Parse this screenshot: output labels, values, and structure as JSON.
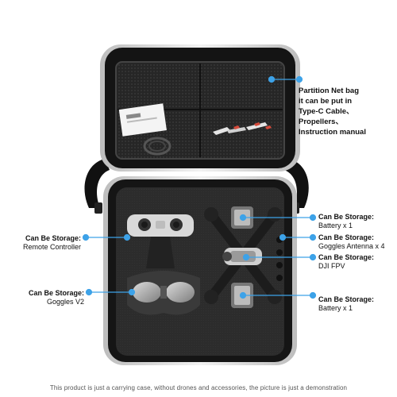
{
  "palette": {
    "case_shell": "#1c1c1c",
    "case_edge": "#d9d9d9",
    "foam": "#2a2a2a",
    "net": "#3a3a3a",
    "accent": "#3da2e8",
    "text": "#111111"
  },
  "callouts": {
    "net": {
      "lines": [
        "Partition Net bag",
        "it can be put in",
        "Type-C Cable、",
        "Propellers、",
        "Instruction manual"
      ]
    },
    "battery_top": {
      "title": "Can Be Storage:",
      "sub": "Battery x 1"
    },
    "antenna": {
      "title": "Can Be Storage:",
      "sub": "Goggles Antenna x 4"
    },
    "dji_fpv": {
      "title": "Can Be Storage:",
      "sub": "DJI FPV"
    },
    "battery_bottom": {
      "title": "Can Be Storage:",
      "sub": "Battery x 1"
    },
    "remote": {
      "title": "Can Be Storage:",
      "sub": "Remote Controller"
    },
    "goggles": {
      "title": "Can Be Storage:",
      "sub": "Goggles V2"
    }
  },
  "disclaimer": "This product is just a carrying case, without drones and accessories, the picture is just a demonstration",
  "icons": [
    "card-icon",
    "propeller-icon",
    "cable-icon"
  ]
}
